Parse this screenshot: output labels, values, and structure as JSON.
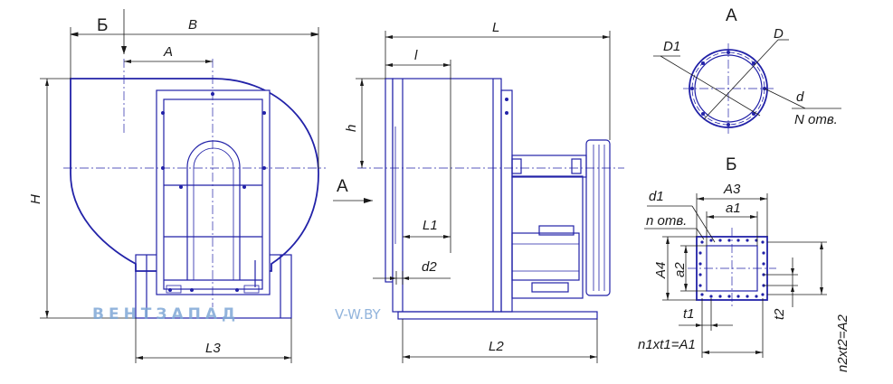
{
  "labels": {
    "B_cyr": "Б",
    "V_dim": "B",
    "A_dim": "A",
    "H_dim": "H",
    "L3_dim": "L3",
    "L_dim": "L",
    "l_dim": "l",
    "h_dim": "h",
    "arrow_A": "A",
    "L1_dim": "L1",
    "d2_dim": "d2",
    "L2_dim": "L2",
    "view_A": "A",
    "D1_dim": "D1",
    "D_dim": "D",
    "d_dim": "d",
    "N_otv": "N отв.",
    "view_B": "Б",
    "d1_dim": "d1",
    "A3_dim": "A3",
    "n_otv": "n отв.",
    "a1_dim": "a1",
    "A4_dim": "A4",
    "a2_dim": "a2",
    "t1_dim": "t1",
    "t2_dim": "t2",
    "n1t1_dim": "n1xt1=A1",
    "n2t2_dim": "n2xt2=A2"
  },
  "watermark": {
    "brand": "ВЕНТЗАПАД",
    "site": "V-W.BY"
  },
  "colors": {
    "drawing": "#2222a8",
    "dimension": "#1a1a1a",
    "watermark": "#7fa8d6"
  }
}
